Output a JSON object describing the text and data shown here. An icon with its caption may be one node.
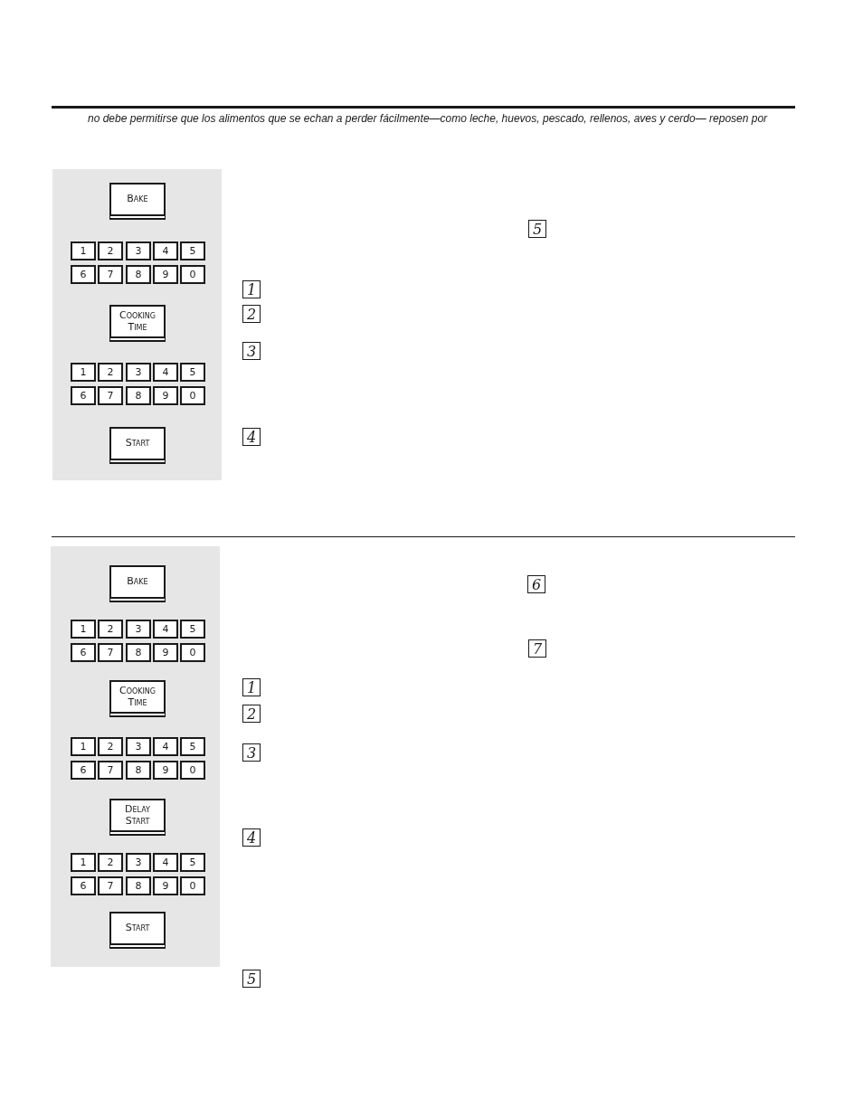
{
  "diagram": {
    "nodes": [
      {
        "text": [],
        "shape": "box"
      },
      {
        "text": [
          "Bake"
        ],
        "in": 0
      },
      {
        "text": [
          "1"
        ],
        "in": 0
      },
      {
        "text": [
          "2"
        ],
        "in": 0
      },
      {
        "text": [
          "3"
        ],
        "in": 0
      },
      {
        "text": [
          "4"
        ],
        "in": 0
      },
      {
        "text": [
          "5"
        ],
        "in": 0
      },
      {
        "text": [
          "6"
        ],
        "in": 0
      },
      {
        "text": [
          "7"
        ],
        "in": 0
      },
      {
        "text": [
          "8"
        ],
        "in": 0
      },
      {
        "text": [
          "9"
        ],
        "in": 0
      },
      {
        "text": [
          "0"
        ],
        "in": 0
      },
      {
        "text": [
          "Cooking Time"
        ],
        "in": 0
      },
      {
        "text": [
          "1"
        ],
        "in": 0
      },
      {
        "text": [
          "2"
        ],
        "in": 0
      },
      {
        "text": [
          "3"
        ],
        "in": 0
      },
      {
        "text": [
          "4"
        ],
        "in": 0
      },
      {
        "text": [
          "5"
        ],
        "in": 0
      },
      {
        "text": [
          "6"
        ],
        "in": 0
      },
      {
        "text": [
          "7"
        ],
        "in": 0
      },
      {
        "text": [
          "8"
        ],
        "in": 0
      },
      {
        "text": [
          "9"
        ],
        "in": 0
      },
      {
        "text": [
          "0"
        ],
        "in": 0
      },
      {
        "text": [
          "Start"
        ],
        "in": 0
      },
      {
        "text": [
          "1"
        ]
      },
      {
        "text": [
          "2"
        ]
      },
      {
        "text": [
          "3"
        ]
      },
      {
        "text": [
          "4"
        ]
      },
      {
        "text": [
          "5"
        ]
      },
      {
        "text": [],
        "shape": "box"
      },
      {
        "text": [
          "Bake"
        ],
        "in": 29
      },
      {
        "text": [
          "1"
        ],
        "in": 29
      },
      {
        "text": [
          "2"
        ],
        "in": 29
      },
      {
        "text": [
          "3"
        ],
        "in": 29
      },
      {
        "text": [
          "4"
        ],
        "in": 29
      },
      {
        "text": [
          "5"
        ],
        "in": 29
      },
      {
        "text": [
          "6"
        ],
        "in": 29
      },
      {
        "text": [
          "7"
        ],
        "in": 29
      },
      {
        "text": [
          "8"
        ],
        "in": 29
      },
      {
        "text": [
          "9"
        ],
        "in": 29
      },
      {
        "text": [
          "0"
        ],
        "in": 29
      },
      {
        "text": [
          "Cooking Time"
        ],
        "in": 29
      },
      {
        "text": [
          "1"
        ],
        "in": 29
      },
      {
        "text": [
          "2"
        ],
        "in": 29
      },
      {
        "text": [
          "3"
        ],
        "in": 29
      },
      {
        "text": [
          "4"
        ],
        "in": 29
      },
      {
        "text": [
          "5"
        ],
        "in": 29
      },
      {
        "text": [
          "6"
        ],
        "in": 29
      },
      {
        "text": [
          "7"
        ],
        "in": 29
      },
      {
        "text": [
          "8"
        ],
        "in": 29
      },
      {
        "text": [
          "9"
        ],
        "in": 29
      },
      {
        "text": [
          "0"
        ],
        "in": 29
      },
      {
        "text": [
          "Delay Start"
        ],
        "in": 29
      },
      {
        "text": [
          "1"
        ],
        "in": 29
      },
      {
        "text": [
          "2"
        ],
        "in": 29
      },
      {
        "text": [
          "3"
        ],
        "in": 29
      },
      {
        "text": [
          "4"
        ],
        "in": 29
      },
      {
        "text": [
          "5"
        ],
        "in": 29
      },
      {
        "text": [
          "6"
        ],
        "in": 29
      },
      {
        "text": [
          "7"
        ],
        "in": 29
      },
      {
        "text": [
          "8"
        ],
        "in": 29
      },
      {
        "text": [
          "9"
        ],
        "in": 29
      },
      {
        "text": [
          "0"
        ],
        "in": 29
      },
      {
        "text": [
          "Start"
        ],
        "in": 29
      },
      {
        "text": [
          "1"
        ]
      },
      {
        "text": [
          "2"
        ]
      },
      {
        "text": [
          "3"
        ]
      },
      {
        "text": [
          "4"
        ]
      },
      {
        "text": [
          "5"
        ]
      },
      {
        "text": [
          "6"
        ]
      },
      {
        "text": [
          "7"
        ]
      }
    ],
    "edges": [],
    "labels": [
      "no debe permitirse que los alimentos que se echan a perder fácilmente—como leche, huevos, pescado, rellenos, aves y cerdo— reposen por"
    ]
  }
}
